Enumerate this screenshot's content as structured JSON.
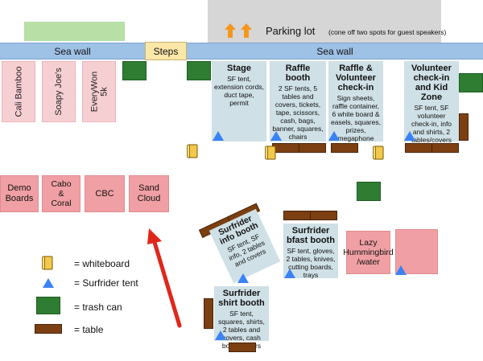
{
  "parking": {
    "label": "Parking lot",
    "note": "(cone off two spots for guest speakers)"
  },
  "seawall": {
    "left_label": "Sea wall",
    "right_label": "Sea wall"
  },
  "steps": {
    "label": "Steps"
  },
  "vendors": [
    "Cali Bamboo",
    "Soapy Joe's",
    "EveryWon\n5k"
  ],
  "booths": {
    "stage": {
      "title": "Stage",
      "desc": "SF tent, extension cords, duct tape, permit"
    },
    "raffle": {
      "title": "Raffle booth",
      "desc": "2 SF tents, 5 tables and covers, tickets, tape, scissors, cash, bags, banner, squares, chairs"
    },
    "raffle_volunteer": {
      "title": "Raffle & Volunteer check-in",
      "desc": "Sign sheets, raffle container, 6 white board & easels, squares, prizes, megaphone"
    },
    "volunteer_kid": {
      "title": "Volunteer check-in and Kid Zone",
      "desc": "SF tent, SF volunteer check-in, info and shirts, 2 tables/covers"
    },
    "info": {
      "title": "Surfrider info booth",
      "desc": "SF tent, SF info, 2 tables and covers"
    },
    "bfast": {
      "title": "Surfrider bfast booth",
      "desc": "SF tent, gloves, 2 tables, knives, cutting boards, trays"
    },
    "shirt": {
      "title": "Surfrider shirt booth",
      "desc": "SF tent, squares, shirts, 2 tables and covers, cash box, 2 chairs"
    }
  },
  "pink_booths": {
    "demo": "Demo\nBoards",
    "cabo": "Cabo\n&\nCoral",
    "cbc": "CBC",
    "sand": "Sand\nCloud",
    "lazy": "Lazy\nHummingbird\n/water"
  },
  "legend": {
    "whiteboard": "= whiteboard",
    "tent": "= Surfrider tent",
    "trash": "= trash can",
    "table": "= table"
  },
  "colors": {
    "seawall": "#9ec1e6",
    "trash": "#2e7d32",
    "table": "#7b3f12",
    "tent": "#3b82f6",
    "arrow_orange": "#f5961d",
    "arrow_red": "#e0261b",
    "whiteboard": "#f2c94c"
  }
}
